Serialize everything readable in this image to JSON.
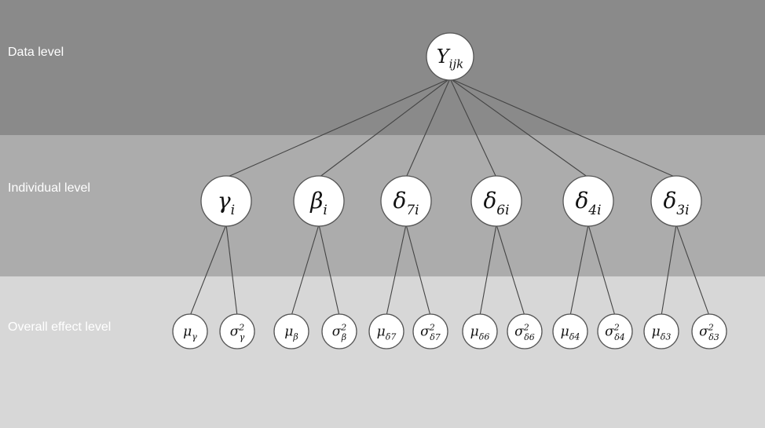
{
  "levels": {
    "data": "Data level",
    "individual": "Individual level",
    "overall": "Overall effect level"
  },
  "nodes": {
    "root": {
      "id": "Y",
      "base": "Y",
      "sub": "ijk",
      "sup": ""
    },
    "individual": [
      {
        "id": "gamma",
        "base": "γ",
        "sub": "i",
        "sup": ""
      },
      {
        "id": "beta",
        "base": "β",
        "sub": "i",
        "sup": ""
      },
      {
        "id": "d7",
        "base": "δ",
        "sub": "7i",
        "sup": ""
      },
      {
        "id": "d6",
        "base": "δ",
        "sub": "6i",
        "sup": ""
      },
      {
        "id": "d4",
        "base": "δ",
        "sub": "4i",
        "sup": ""
      },
      {
        "id": "d3",
        "base": "δ",
        "sub": "3i",
        "sup": ""
      }
    ],
    "overall": [
      {
        "id": "mu_gamma",
        "parent": "gamma",
        "base": "μ",
        "sub": "γ",
        "sup": ""
      },
      {
        "id": "sig_gamma",
        "parent": "gamma",
        "base": "σ",
        "sub": "γ",
        "sup": "2"
      },
      {
        "id": "mu_beta",
        "parent": "beta",
        "base": "μ",
        "sub": "β",
        "sup": ""
      },
      {
        "id": "sig_beta",
        "parent": "beta",
        "base": "σ",
        "sub": "β",
        "sup": "2"
      },
      {
        "id": "mu_d7",
        "parent": "d7",
        "base": "μ",
        "sub": "δ7",
        "sup": ""
      },
      {
        "id": "sig_d7",
        "parent": "d7",
        "base": "σ",
        "sub": "δ7",
        "sup": "2"
      },
      {
        "id": "mu_d6",
        "parent": "d6",
        "base": "μ",
        "sub": "δ6",
        "sup": ""
      },
      {
        "id": "sig_d6",
        "parent": "d6",
        "base": "σ",
        "sub": "δ6",
        "sup": "2"
      },
      {
        "id": "mu_d4",
        "parent": "d4",
        "base": "μ",
        "sub": "δ4",
        "sup": ""
      },
      {
        "id": "sig_d4",
        "parent": "d4",
        "base": "σ",
        "sub": "δ4",
        "sup": "2"
      },
      {
        "id": "mu_d3",
        "parent": "d3",
        "base": "μ",
        "sub": "δ3",
        "sup": ""
      },
      {
        "id": "sig_d3",
        "parent": "d3",
        "base": "σ",
        "sub": "δ3",
        "sup": "2"
      }
    ]
  }
}
